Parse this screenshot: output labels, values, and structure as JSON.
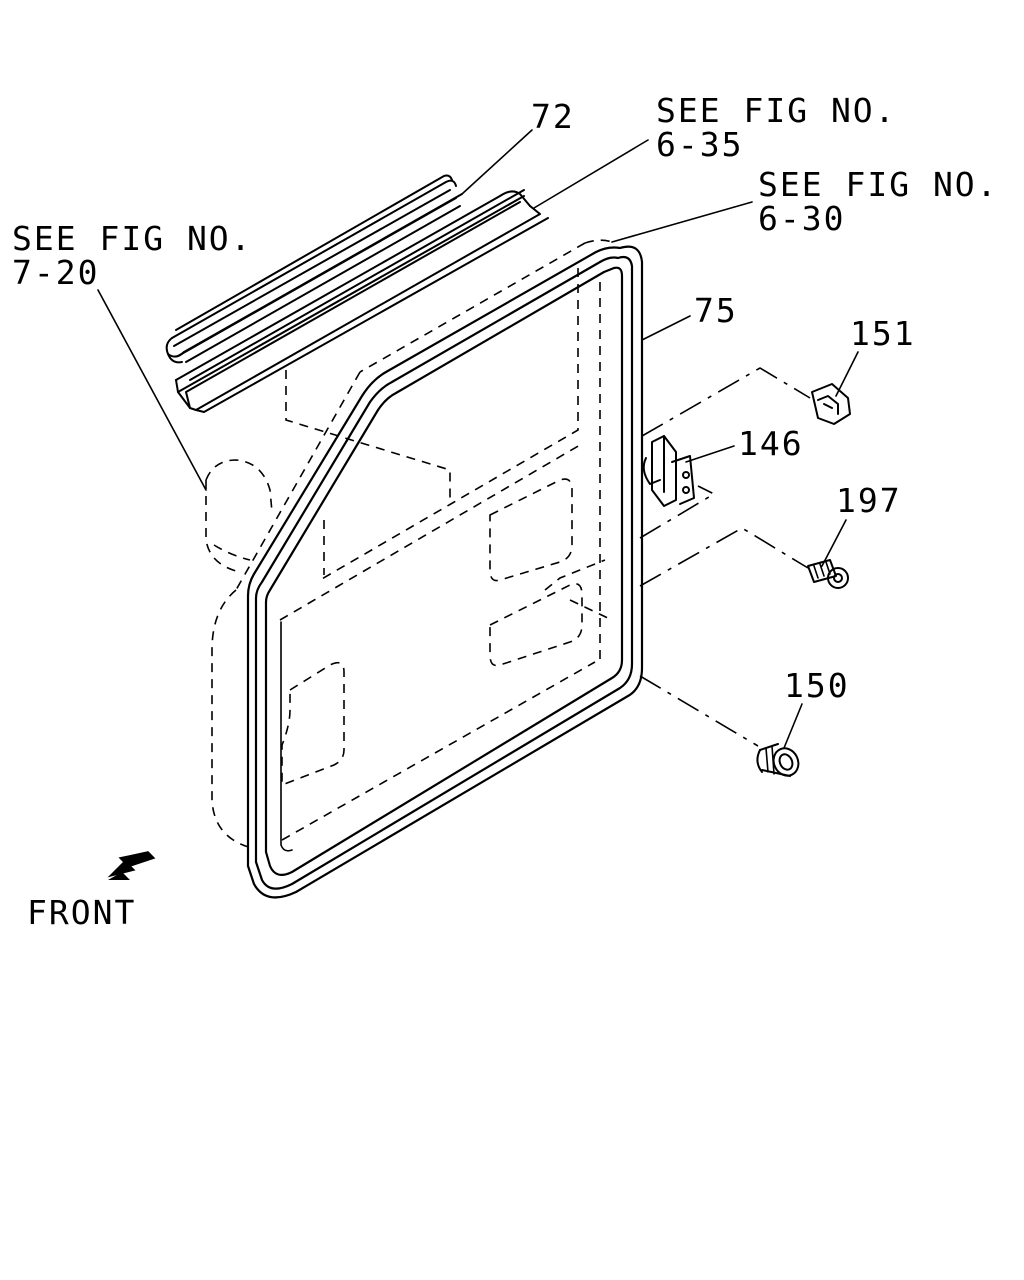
{
  "labels": {
    "part_72": "72",
    "part_75": "75",
    "part_151": "151",
    "part_146": "146",
    "part_197": "197",
    "part_150": "150",
    "ref_6_35_line1": "SEE FIG NO.",
    "ref_6_35_line2": "6-35",
    "ref_6_30_line1": "SEE FIG NO.",
    "ref_6_30_line2": "6-30",
    "ref_7_20_line1": "SEE FIG NO.",
    "ref_7_20_line2": "7-20",
    "front": "FRONT"
  }
}
